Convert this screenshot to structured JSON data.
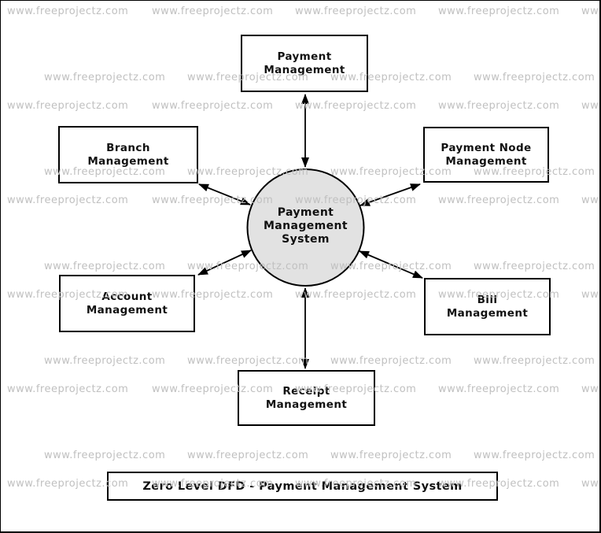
{
  "diagram": {
    "title": "Zero Level DFD - Payment Management System",
    "center": {
      "label": "Payment\nManagement\nSystem"
    },
    "nodes": [
      {
        "id": "payment-management",
        "label": "Payment\nManagement"
      },
      {
        "id": "branch-management",
        "label": "Branch\nManagement"
      },
      {
        "id": "payment-node-management",
        "label": "Payment Node\nManagement"
      },
      {
        "id": "bili-management",
        "label": "Bili\nManagement"
      },
      {
        "id": "account-management",
        "label": "Account\nManagement"
      },
      {
        "id": "receipt-management",
        "label": "Receipt\nManagement"
      }
    ],
    "colors": {
      "background": "#ffffff",
      "stroke": "#000000",
      "circle_fill": "#e2e2e2",
      "watermark": "#c0c0c0"
    }
  },
  "watermark": {
    "text": "www.freeprojectz.com"
  }
}
